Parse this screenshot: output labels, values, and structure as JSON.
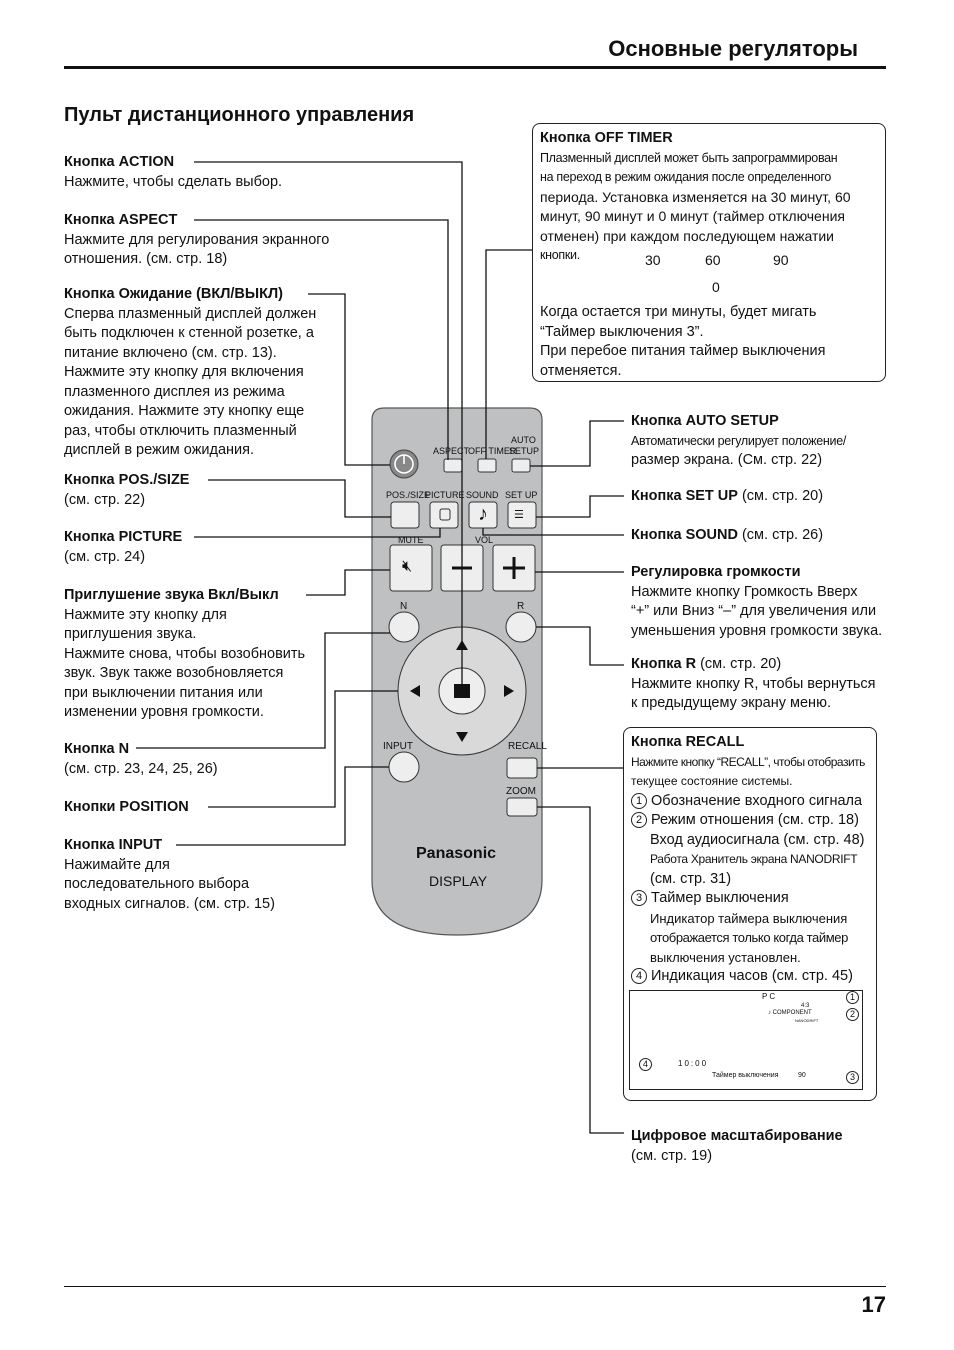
{
  "header": {
    "title": "Основные регуляторы"
  },
  "section_title": "Пульт дистанционного управления",
  "left": {
    "action": {
      "title": "Кнопка ACTION",
      "l1": "Нажмите, чтобы сделать выбор."
    },
    "aspect": {
      "title": "Кнопка ASPECT",
      "l1": "Нажмите для регулирования экранного",
      "l2": "отношения. (см. стр. 18)"
    },
    "standby": {
      "title": "Кнопка Ожидание (ВКЛ/ВЫКЛ)",
      "l1": "Сперва плазменный дисплей должен",
      "l2": "быть подключен к стенной розетке, а",
      "l3": "питание включено (см. стр. 13).",
      "l4": "Нажмите эту кнопку для включения",
      "l5": "плазменного дисплея из режима",
      "l6": "ожидания. Нажмите эту кнопку еще",
      "l7": "раз, чтобы отключить плазменный",
      "l8": "дисплей в режим ожидания."
    },
    "possize": {
      "title": "Кнопка POS./SIZE",
      "l1": "(см. стр. 22)"
    },
    "picture": {
      "title": "Кнопка PICTURE",
      "l1": "(см. стр. 24)"
    },
    "mute": {
      "title": "Приглушение звука Вкл/Выкл",
      "l1": "Нажмите эту кнопку для",
      "l2": "приглушения звука.",
      "l3": "Нажмите снова, чтобы возобновить",
      "l4": "звук. Звук также возобновляется",
      "l5": "при выключении питания или",
      "l6": "изменении уровня громкости."
    },
    "n": {
      "title": "Кнопка N",
      "l1": "(см. стр. 23, 24, 25, 26)"
    },
    "position": {
      "title": "Кнопки POSITION"
    },
    "input": {
      "title": "Кнопка INPUT",
      "l1": "Нажимайте для",
      "l2": "последовательного выбора",
      "l3": "входных сигналов. (см. стр. 15)"
    }
  },
  "offtimer": {
    "title": "Кнопка OFF TIMER",
    "l1": "Плазменный дисплей может быть запрограммирован",
    "l2": "на переход в режим ожидания после определенного",
    "l3": "периода. Установка изменяется на 30 минут, 60",
    "l4": "минут, 90 минут и 0 минут (таймер отключения",
    "l5": "отменен) при каждом последующем нажатии",
    "l6": "кнопки.",
    "seq": [
      "30",
      "60",
      "90",
      "0"
    ],
    "l7": "Когда остается три минуты, будет мигать",
    "l8": "“Таймер выключения 3”.",
    "l9": "При перебое питания таймер выключения",
    "l10": "отменяется."
  },
  "right": {
    "autosetup": {
      "title": "Кнопка AUTO SETUP",
      "l1": "Автоматически регулирует положение/",
      "l2": "размер экрана. (См. стр. 22)"
    },
    "setup": {
      "title": "Кнопка SET UP",
      "ref": " (см. стр. 20)"
    },
    "sound": {
      "title": "Кнопка SOUND",
      "ref": " (см. стр. 26)"
    },
    "volume": {
      "title": "Регулировка громкости",
      "l1": "Нажмите кнопку Громкость Вверх",
      "l2": "“+” или Вниз “–” для увеличения или",
      "l3": "уменьшения уровня громкости звука."
    },
    "r": {
      "title": "Кнопка R",
      "ref": " (см. стр. 20)",
      "l1": "Нажмите кнопку R, чтобы вернуться",
      "l2": "к предыдущему экрану меню."
    },
    "zoom": {
      "title": "Цифровое масштабирование",
      "l1": "(см. стр. 19)"
    }
  },
  "recall": {
    "title": "Кнопка RECALL",
    "l1": "Нажмите кнопку “RECALL”, чтобы отобразить",
    "l2": "текущее состояние системы.",
    "i1": "Обозначение входного сигнала",
    "i2": "Режим отношения (см. стр. 18)",
    "i2b": "Вход аудиосигнала (см. стр. 48)",
    "i2c": "Работа Хранитель экрана NANODRIFT",
    "i2d": "(см. стр. 31)",
    "i3": "Таймер выключения",
    "i3b": "Индикатор таймера выключения",
    "i3c": "отображается только когда таймер",
    "i3d": "выключения установлен.",
    "i4": "Индикация часов (см. стр. 45)",
    "nums": [
      "1",
      "2",
      "3",
      "4"
    ],
    "osd": {
      "signal": "PC",
      "aspect": "4:3",
      "audio": "♪ COMPONENT",
      "nanodrift": "NANODRIFT",
      "clock": "10:00",
      "timer_label": "Таймер выключения",
      "timer_value": "90"
    }
  },
  "remote": {
    "labels": {
      "aspect": "ASPECT",
      "offtimer": "OFF TIMER",
      "auto": "AUTO",
      "setup": "SETUP",
      "possize": "POS./SIZE",
      "picture": "PICTURE",
      "sound": "SOUND",
      "setup2": "SET UP",
      "mute": "MUTE",
      "vol": "VOL",
      "n": "N",
      "r": "R",
      "input": "INPUT",
      "recall": "RECALL",
      "zoom": "ZOOM",
      "brand": "Panasonic",
      "model": "DISPLAY"
    }
  },
  "page_number": "17"
}
